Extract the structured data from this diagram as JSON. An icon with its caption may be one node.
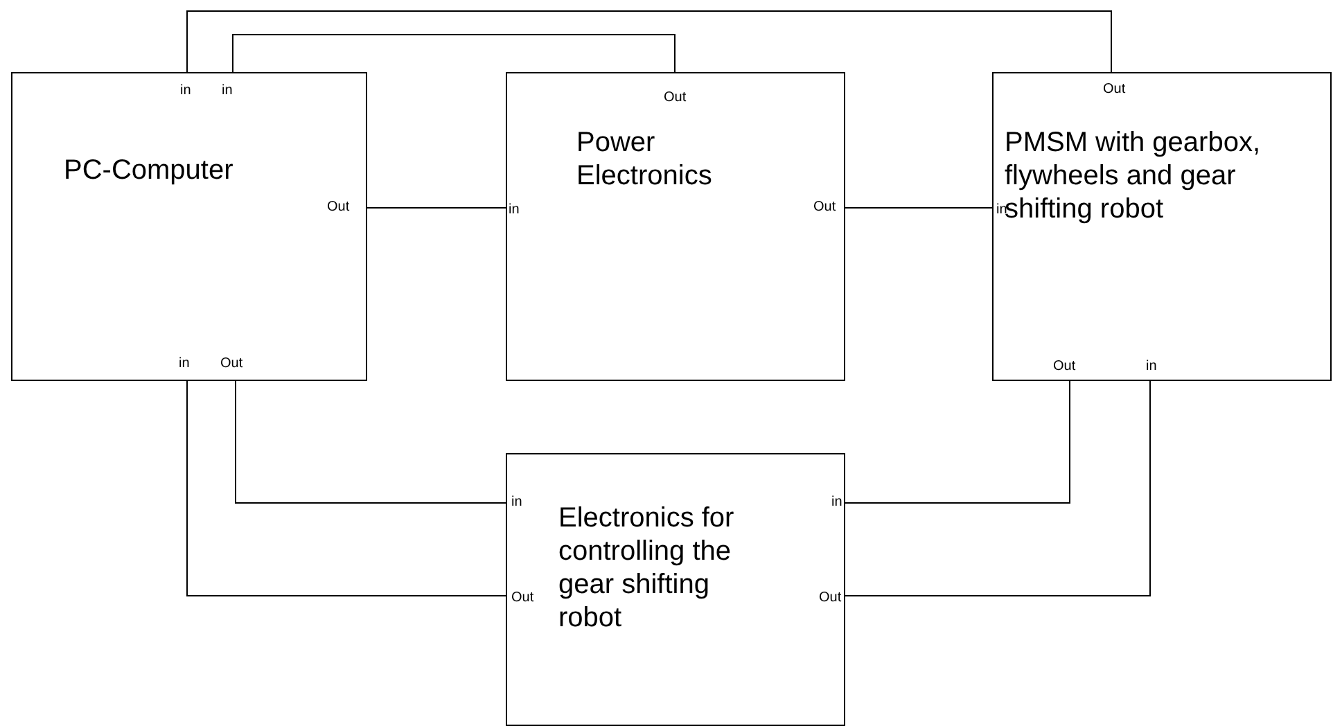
{
  "diagram": {
    "nodes": [
      {
        "text": [
          "PC-Computer"
        ]
      },
      {
        "text": [
          "Power Electronics"
        ]
      },
      {
        "text": [
          "PMSM with gearbox, flywheels and gear shifting robot"
        ]
      },
      {
        "text": [
          "Electronics for controlling the gear shifting robot"
        ]
      }
    ],
    "edges": [
      {
        "from": 0,
        "to": 1,
        "arrow": "none"
      },
      {
        "from": 1,
        "to": 2,
        "arrow": "none"
      },
      {
        "from": 1,
        "to": 0,
        "arrow": "none"
      },
      {
        "from": 2,
        "to": 0,
        "arrow": "none"
      },
      {
        "from": 0,
        "to": 3,
        "arrow": "none"
      },
      {
        "from": 3,
        "to": 0,
        "arrow": "none"
      },
      {
        "from": 2,
        "to": 3,
        "arrow": "none"
      },
      {
        "from": 3,
        "to": 2,
        "arrow": "none"
      }
    ],
    "labels": [
      "in",
      "in",
      "Out",
      "Out",
      "Out",
      "in",
      "Out",
      "in",
      "in",
      "Out",
      "Out",
      "in",
      "in",
      "in",
      "Out",
      "Out"
    ]
  }
}
